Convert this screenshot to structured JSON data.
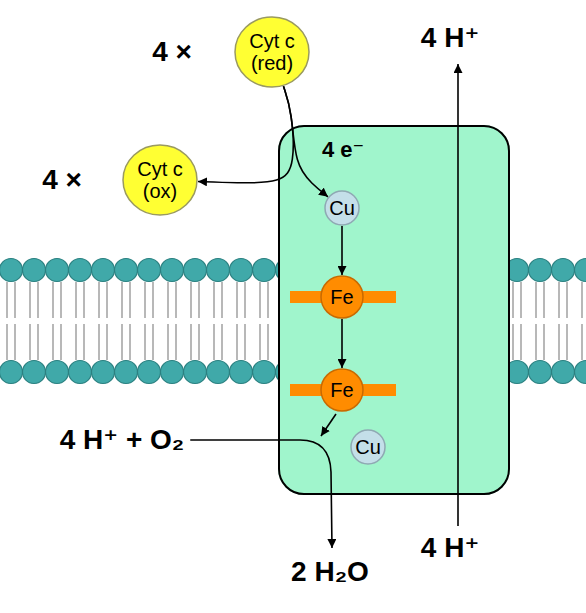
{
  "diagram": {
    "nodes": [
      {
        "text": [
          "Cyt c (red)"
        ]
      },
      {
        "text": [
          "Cyt c (ox)"
        ]
      },
      {
        "text": [
          "4 e⁻"
        ]
      },
      {
        "text": [
          "Cu"
        ],
        "in": 2
      },
      {
        "text": [
          "Fe"
        ],
        "in": 2
      },
      {
        "text": [
          "Fe"
        ],
        "in": 2
      },
      {
        "text": [
          "Cu"
        ],
        "in": 2
      }
    ],
    "edges": [
      {
        "from": 0,
        "to": 1,
        "arrow": "to"
      },
      {
        "from": 0,
        "to": 3,
        "arrow": "to"
      },
      {
        "from": 3,
        "to": 4,
        "arrow": "to"
      },
      {
        "from": 4,
        "to": 5,
        "arrow": "to"
      }
    ],
    "labels": [
      "4 ×",
      "4 H⁺",
      "4 ×",
      "4 H⁺ + O₂",
      "4 H⁺",
      "2 H₂O"
    ]
  }
}
